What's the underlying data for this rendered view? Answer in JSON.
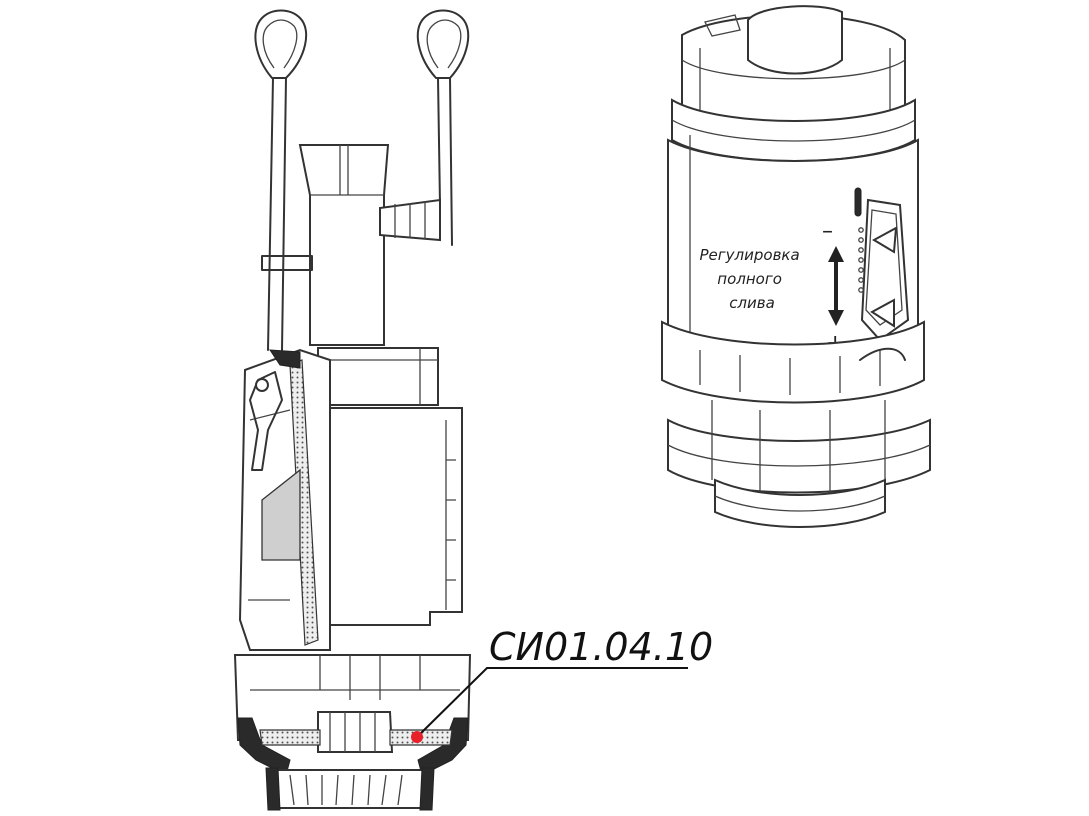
{
  "part_code": "СИ01.04.10",
  "adjustment_label": [
    "Регулировка",
    "полного",
    "слива"
  ],
  "minus_sign": "–",
  "plus_sign": "+",
  "marker_color": "#e8202a"
}
